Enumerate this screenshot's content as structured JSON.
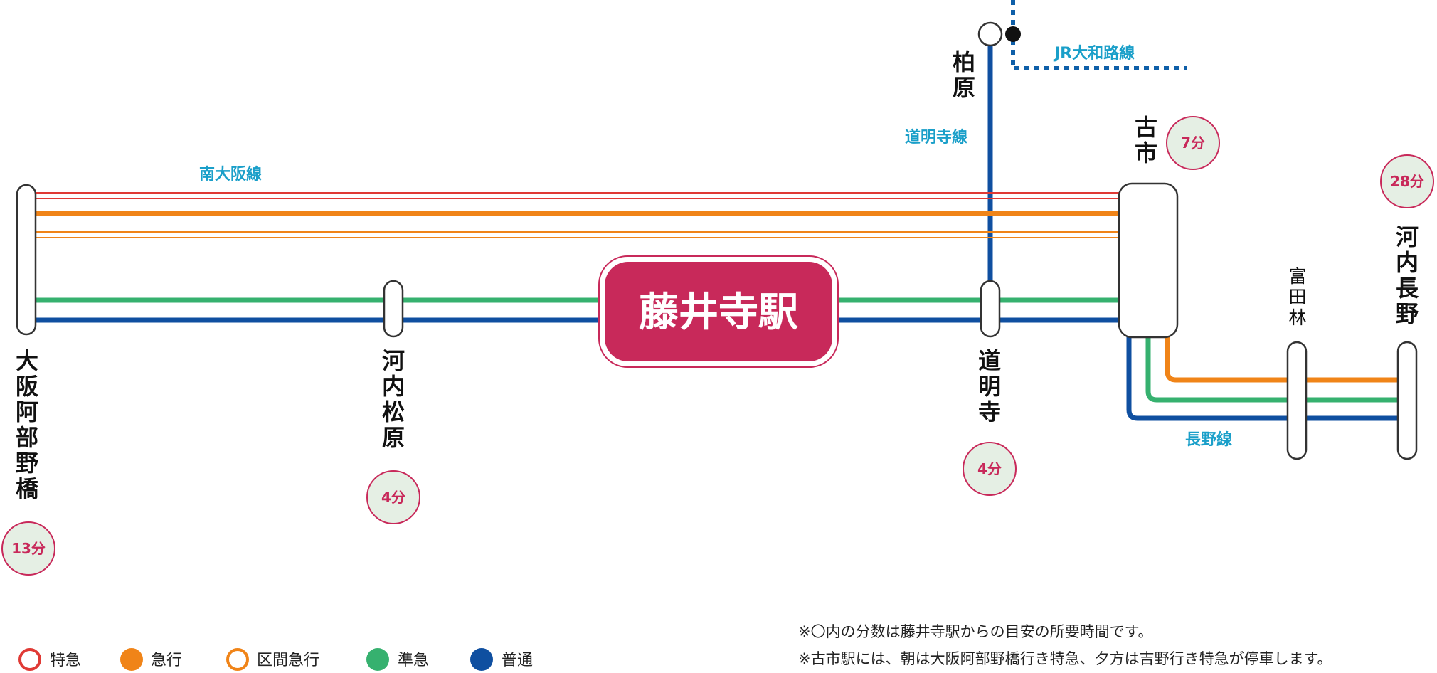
{
  "hub_station": "藤井寺駅",
  "lines": {
    "minami_osaka": "南大阪線",
    "domyoji_line": "道明寺線",
    "jr_yamatoji": "JR大和路線",
    "nagano_line": "長野線"
  },
  "stations": {
    "osaka_abenobashi": {
      "name": "大阪阿部野橋",
      "time": "13分"
    },
    "kawachi_matsubara": {
      "name": "河内松原",
      "time": "4分"
    },
    "domyoji": {
      "name": "道明寺",
      "time": "4分"
    },
    "kashiwara": {
      "name": "柏原"
    },
    "furuichi": {
      "name": "古市",
      "time": "7分"
    },
    "tondabayashi": {
      "name": "富田林"
    },
    "kawachi_nagano": {
      "name": "河内長野",
      "time": "28分"
    }
  },
  "legend": [
    {
      "label": "特急",
      "color": "#e03a35",
      "style": "ring"
    },
    {
      "label": "急行",
      "color": "#f08418",
      "style": "filled"
    },
    {
      "label": "区間急行",
      "color": "#f08418",
      "style": "ring"
    },
    {
      "label": "準急",
      "color": "#36b16f",
      "style": "filled"
    },
    {
      "label": "普通",
      "color": "#0f4fa0",
      "style": "filled"
    }
  ],
  "notes": [
    "※〇内の分数は藤井寺駅からの目安の所要時間です。",
    "※古市駅には、朝は大阪阿部野橋行き特急、夕方は吉野行き特急が停車します。"
  ],
  "colors": {
    "limited_express": "#e03a35",
    "express": "#f08418",
    "semi_express": "#36b16f",
    "local": "#0f4fa0",
    "hub": "#c8295a",
    "line_label": "#1a9fc9",
    "time_badge_bg": "#e5efe4"
  }
}
